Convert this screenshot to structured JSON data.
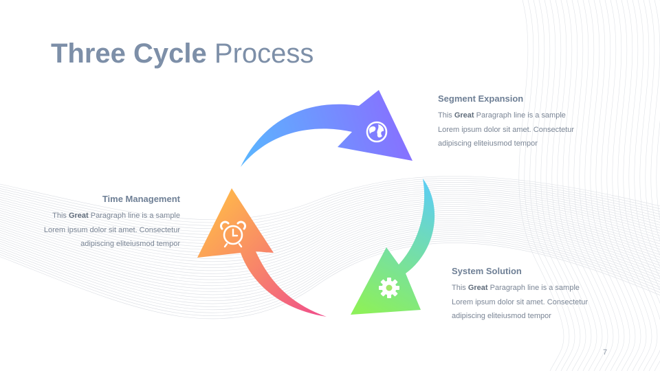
{
  "title": {
    "bold": "Three Cycle",
    "regular": "Process"
  },
  "steps": [
    {
      "heading": "Segment Expansion",
      "text_pre": "This ",
      "text_bold": "Great",
      "text_after": " Paragraph line is a sample",
      "line2": "Lorem ipsum dolor sit amet. Consectetur",
      "line3": "adipiscing eliteiusmod tempor",
      "icon": "globe-icon",
      "colors": [
        "#5ab6ff",
        "#8a6cff"
      ]
    },
    {
      "heading": "System Solution",
      "text_pre": "This ",
      "text_bold": "Great",
      "text_after": " Paragraph line is a sample",
      "line2": "Lorem ipsum dolor sit amet. Consectetur",
      "line3": "adipiscing eliteiusmod tempor",
      "icon": "gear-icon",
      "colors": [
        "#5ccdf5",
        "#8df05a"
      ]
    },
    {
      "heading": "Time Management",
      "text_pre": "This ",
      "text_bold": "Great",
      "text_after": " Paragraph line is a sample",
      "line2": "Lorem ipsum dolor sit amet. Consectetur",
      "line3": "adipiscing eliteiusmod tempor",
      "icon": "alarm-clock-icon",
      "colors": [
        "#f0508a",
        "#ffb84a"
      ]
    }
  ],
  "page_number": "7"
}
